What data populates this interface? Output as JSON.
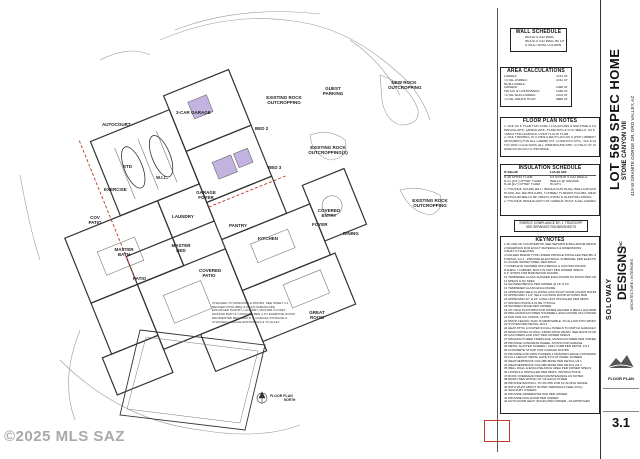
{
  "title_block": {
    "project_title": "LOT 569 SPEC HOME",
    "subdivision": "STONE CANYON VIII",
    "address": "419 W GRANITE GORGE DR, ORO VALLEY, AZ",
    "firm_name_top": "SOLOWAY",
    "firm_name": "DESIGNS",
    "firm_suffix": "INC",
    "firm_tagline": "ARCHITECTURE • INTERIORS",
    "sheet_title": "FLOOR PLAN",
    "sheet_number": "3.1"
  },
  "wall_schedule": {
    "title": "WALL SCHEDULE",
    "items": [
      "WOOD STUD WALL",
      "WOOD STUD WALL W/ 1HR RATED",
      "STRUCTURAL COLUMN"
    ]
  },
  "area_calculations": {
    "title": "AREA CALCULATIONS",
    "rows": [
      {
        "label": "LIVABLE",
        "value": "3781 SF"
      },
      {
        "label": "TOTAL LIVABLE",
        "value": "3781 SF"
      },
      {
        "label": "NON-LIVABLE",
        "value": ""
      },
      {
        "label": "GARAGE",
        "value": "1058 SF"
      },
      {
        "label": "PATIOS & OVERHANGS",
        "value": "1046 SF"
      },
      {
        "label": "TOTAL NON-LIVABLE",
        "value": "2104 SF"
      },
      {
        "label": "TOTAL UNDER ROOF",
        "value": "5885 SF"
      }
    ]
  },
  "floor_plan_notes": {
    "title": "FLOOR PLAN NOTES",
    "lines": [
      "1. SEE SITE PLAN FOR EXACT LOCATIONS & MATERIALS FOR",
      "HARDSCAPE, LANDSCAPE, PLANTERS & SITE WALLS. SITE PLAN",
      "TAKES PRECEDENCE OVER FLOOR PLAN.",
      "2. SEE FINISHES, KITCHEN & BATH LAYOUTS (PER OWNER OR BY",
      "DESIGNER) FOR ALL CABINETRY, COUNTERTOPS, TILE & DOOR &",
      "FIXTURE LOCATIONS, ALL DIMENSIONS ARE TO FACE OF STUD",
      "UNLESS NOTED OTHERWISE."
    ]
  },
  "insulation_schedule": {
    "title": "INSULATION SCHEDULE",
    "headers": [
      "R-VALUE",
      "LOCATION"
    ],
    "rows": [
      [
        "R-38 SPRAY FOAM",
        "EXTERIOR STUD WALLS"
      ],
      [
        "R-21 (5.5\") SPRAY FOAM",
        "WALLS @ GARAGE"
      ],
      [
        "R-38 (10\") SPRAY FOAM",
        "ROOFS"
      ]
    ],
    "notes": [
      "1. PROVIDE SOUND BATT INSULATION IN ALL WALLS AROUND LAUNDRY",
      "ROOM, ALL BATHROOMS, FORMAL/ POWDER ROOMS, MEDIA AND",
      "BEDROOM WALLS BETWEEN LIVING & SLEEPING AREAS.",
      "2. PROVIDE INSULATION FOR GARAGE ROOF & ALL GARAGE WALLS"
    ],
    "compliance_note": "ENERGY COMPLIANCE BY: J. TRUEGOFF SEE SEPARATE ROOMS/SHEETS"
  },
  "keynotes": {
    "title": "KEYNOTES",
    "items": [
      "1  36 LINE OF COUNTERTOP, SEE SEPARATE BALLROOM DESIGN",
      "2  DRAWINGS FOR EXACT MATERIALS & DIMENSIONS",
      "3  BUILT IN SHELVING",
      "4  GOLDEN BLEND TYPE UNDER PROFILE INSTALLED PER IBC &",
      "5  DETAIL 1/4.1 - PROVIDE ELECTRICAL SUBPANEL PER ELECTRICAL",
      "6  LOCATE WATER STEEL PER ARCH",
      "7  COMPLETE SHOWER WITH BENCH & CUSTOM DOORS",
      "8  SHELF / CABINET, BUILT-IN UNIT PER OWNER SPECS",
      "9  4\" STOPS FOR BARNWOOD DOORS",
      "10 TEMPERED GLASS SHOWER ENCLOSURE W/ DOOR PER OWNER",
      "11 SPECS & SC SPEC",
      "12 SHOWER BENCH PER OWNER @ 16\" A.F.F.",
      "13 TEMPERED GLASS ENCLOSURE",
      "14 APPROVED SELF-CLOSING GAS-TIGHT DOOR (20-MIN RATED)",
      "15 APPROVED 1 1/4\" SELF-CLOSING DOOR W/ PANIC BAR",
      "16 APPROVED 42\" H 24\" LONG UNIT INSTALLED PER MFRS",
      "17 INSTRUCTIONS & IN RE TYPICAL",
      "18 SHOWER NICHE PER OWNER",
      "19 18\" HIGH PLATFORM FOR WATER HEATER & MECH. EQUIPMENT",
      "20 PRE-MANUFACTURED STAIRWELL ENCLOSURE ON CONCRETE",
      "21 PAD FOR A/C CONDS. UNITS",
      "22 DROP CEILING THAT IS REMOVABLE, TO ALLOW INTO WINDOW",
      "23 SYSTEM PER DETAIL 11/4.1",
      "24 HEAT ATTIC LOCATED IN FALL PANELS TO MATCH GARAGE DOOR",
      "25 DRAIN PIPING IN WALL FROM ROOF DRAIN. SEE ROOF PLAN SHEET 4.1",
      "26 GAS FIREPLACE UNIT PER OWNER SPECS",
      "27 MANUFACTURED FIREPLACE, MANUFACTURER PER OWNER",
      "28 PROVIDE CONCRETE WHEEL STOPS FOR GARAGE",
      "29 METAL SLATTED SCREEN / CMU CURB PER DETAIL 1/4.1",
      "30 CONCRETE STOOP FOR GARAGE DOORS",
      "31 PROVIDE FOR OWN TOWERS 4 MASONRY EDGE COPINGWAY",
      "32 FULL HEIGHT METAL GATE IN FLAT PANEL SCREEN",
      "33 WEATHERPROOF COLUMN BASE PER DETAIL 1/4.1",
      "34 WEATHERPROOF COLUMN BASE PER DETAIL 2/4.1",
      "35 WELL WALL & ENCLOSE ARCH AREA PER OWNER SPECS",
      "36 LINTELS & INSTALLED PER MFRS. INSTRUCTIONS",
      "37 ROOF OVERHEAD DRAIN MAINTENANCE AS NOTED",
      "38 DRAIN TIES WITHIN 12\" OF EACH OTHER",
      "39 PROVIDE BACKFILL TO 4% MIN FOR 10' ALONG GRADE",
      "40 WITH WHAT ABOUT NOTED TERMINALS (SEE CIVIL)",
      "41 SAUNA BY OTHERS",
      "42 PROVIDE GENERATOR PAD PER OWNER",
      "43 PROVIDE DOG DOOR PER OWNER",
      "44 AUTO-DOOR HEAT (SOLID) PER OWNER - AS APPROVED"
    ]
  },
  "revision_notes": [
    "CHANGED TO WINDOWS & DOORS, SEE SHEET 3.1",
    "REVISED POOL/BBQ & REAR HARDSCAPE",
    "ENLARGED PANTRY, LAUNDRY, MASTER CLOSET",
    "MASTER BATH & CHANGED BED 4 TO EXERCISE ROOM",
    "REORIENTED BED 3/BATH 3, GARAGE STORAGE &",
    "CHANGED GARAGE ENTRANCES & TO ALLEY"
  ],
  "rooms": {
    "autocourt": "AUTOCOURT",
    "three_car_garage": "3-CAR GARAGE",
    "bed2": "BED 2",
    "bed3": "BED 3",
    "exercise": "EXERCISE",
    "wic": "W.I.C.",
    "garage_foyer": "GARAGE FOYER",
    "laundry": "LAUNDRY",
    "pantry": "PANTRY",
    "kitchen": "KITCHEN",
    "dining": "DINING",
    "foyer": "FOYER",
    "covered_entry": "COVERED ENTRY",
    "master_bed": "MASTER BED",
    "master_bath": "MASTER BATH",
    "cov_patio": "COV PATIO",
    "patio": "PATIO",
    "covered_patio": "COVERED PATIO",
    "great_room": "GREAT ROOM",
    "guest_parking": "GUEST PARKING",
    "new_rock": "NEW ROCK OUTCROPPING",
    "existing_rock_1": "EXISTING ROCK OUTCROPPING",
    "existing_rock_2": "EXISTING ROCK OUTCROPPING(S)",
    "existing_rock_3": "EXISTING ROCK OUTCROPPING",
    "std": "STD",
    "plan_label": "FLOOR PLAN",
    "north": "NORTH"
  },
  "watermark": "©2025 MLS SAZ",
  "colors": {
    "line": "#333333",
    "lavender": "#b9a6dc",
    "red_dash": "#c0392b",
    "light_line": "#9a9a9a"
  }
}
